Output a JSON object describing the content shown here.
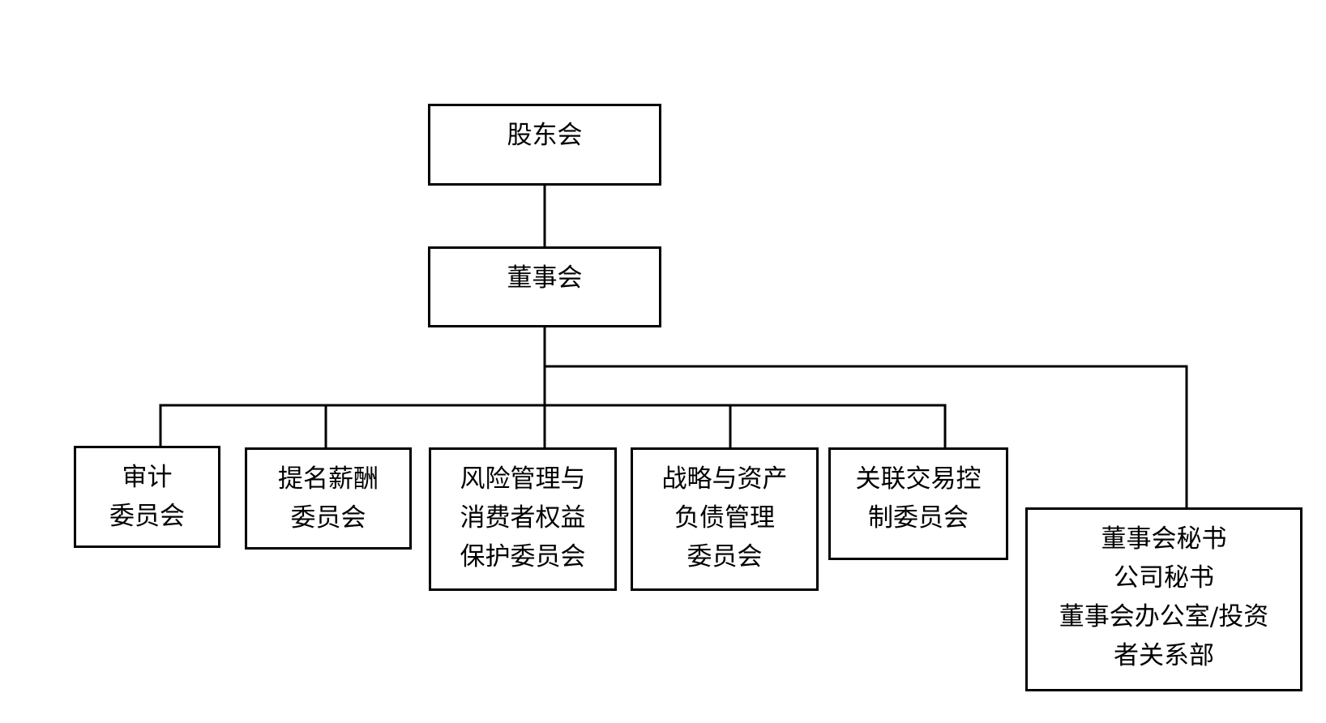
{
  "diagram": {
    "shareholders": {
      "label": "股东会"
    },
    "board": {
      "label": "董事会"
    },
    "committees": [
      {
        "lines": [
          "审计",
          "委员会"
        ]
      },
      {
        "lines": [
          "提名薪酬",
          "委员会"
        ]
      },
      {
        "lines": [
          "风险管理与",
          "消费者权益",
          "保护委员会"
        ]
      },
      {
        "lines": [
          "战略与资产",
          "负债管理",
          "委员会"
        ]
      },
      {
        "lines": [
          "关联交易控",
          "制委员会"
        ]
      }
    ],
    "secretariat": {
      "lines": [
        "董事会秘书",
        "公司秘书",
        "董事会办公室/投资",
        "者关系部"
      ]
    }
  }
}
